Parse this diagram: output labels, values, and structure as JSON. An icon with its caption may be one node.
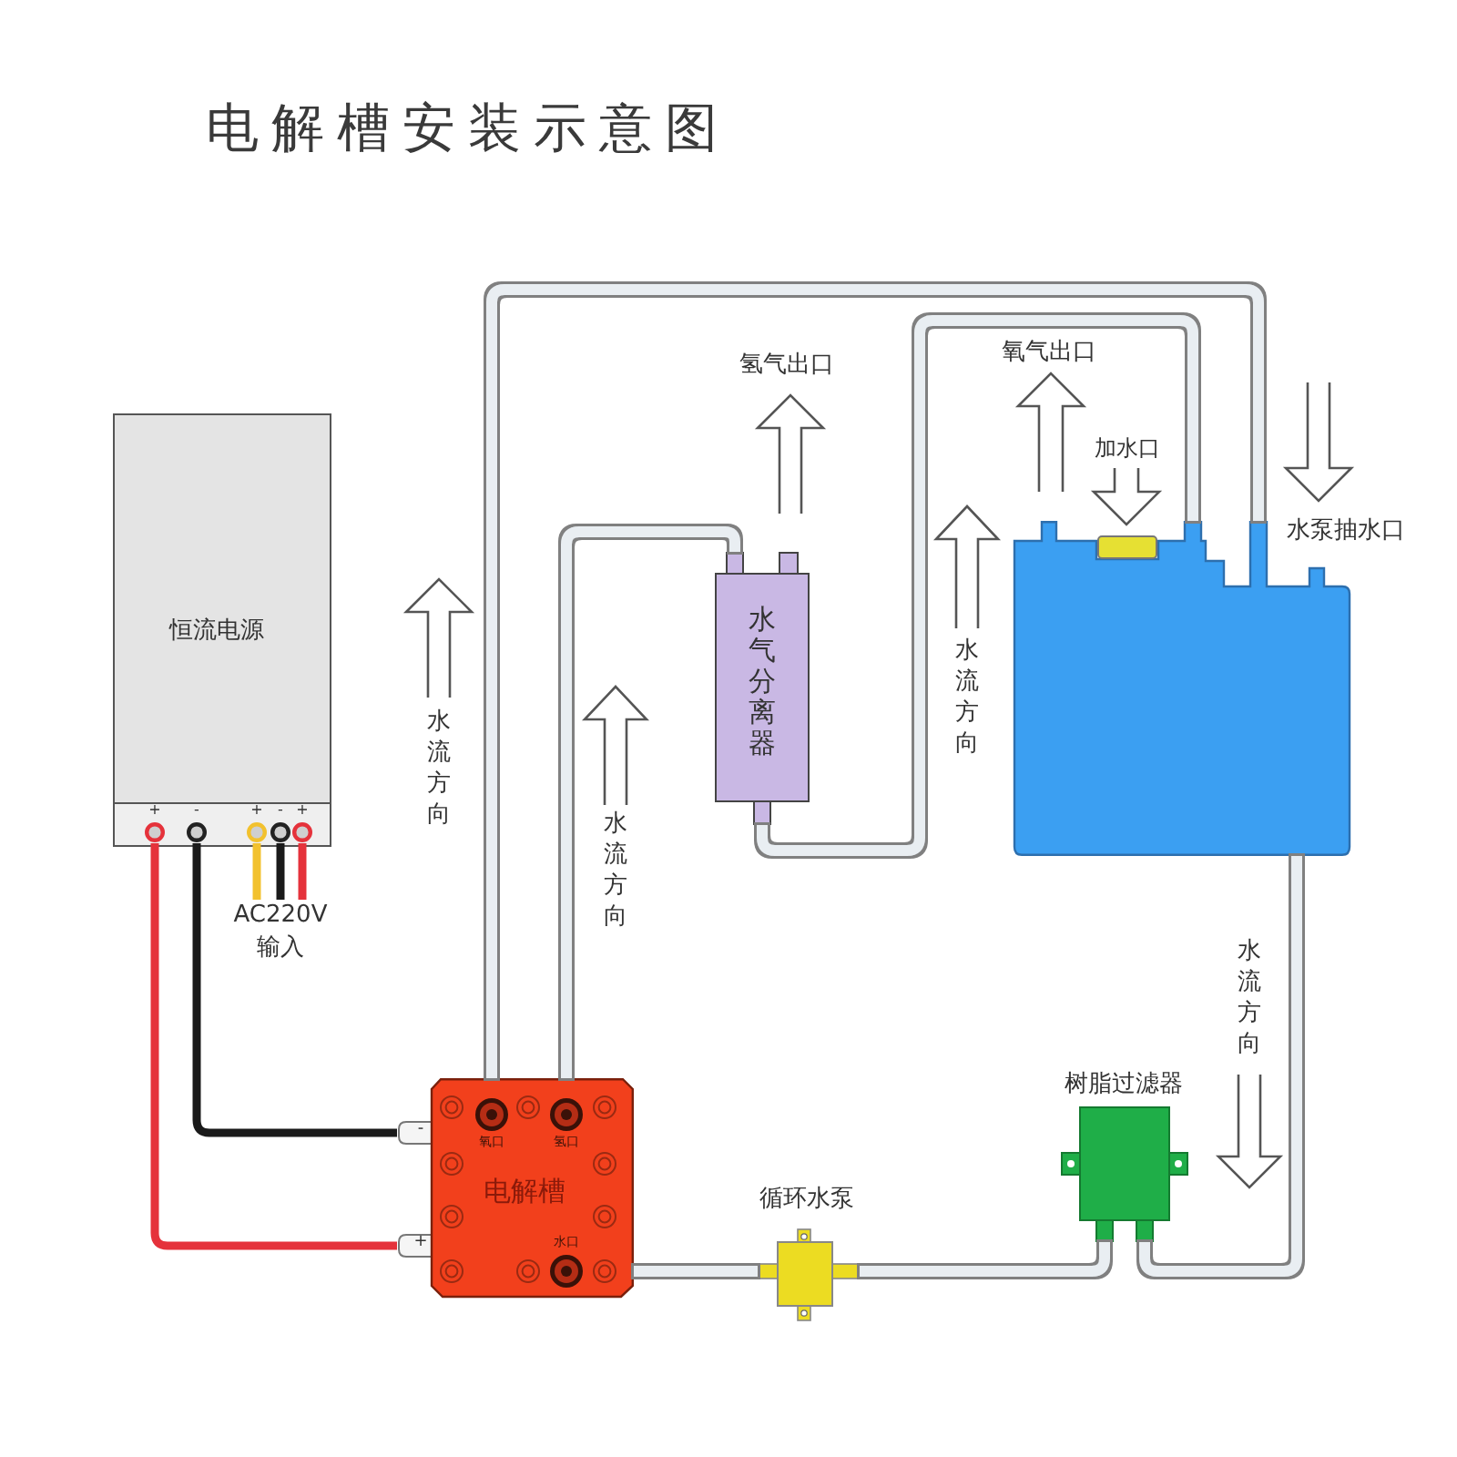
{
  "diagram": {
    "title": "电解槽安装示意图",
    "nodes": [
      {
        "text": [
          "恒流电源",
          "+",
          "-",
          "+",
          "-",
          "+"
        ]
      },
      {
        "text": [
          "氧口",
          "氢口",
          "电解槽",
          "水口"
        ],
        "beside": [
          "-",
          "+"
        ]
      },
      {
        "text": [
          "水气分离器"
        ]
      },
      {
        "text": [],
        "shape": "box"
      },
      {
        "text": [
          "循环水泵"
        ]
      },
      {
        "text": [
          "树脂过滤器"
        ]
      },
      {
        "text": [
          "AC220V 输入"
        ]
      }
    ],
    "edges": [
      {
        "from": 0,
        "to": 1,
        "arrow": "none",
        "color": "#e5323b"
      },
      {
        "from": 0,
        "to": 1,
        "arrow": "none",
        "color": "#1a1a1a"
      },
      {
        "from": 0,
        "to": 6,
        "arrow": "none",
        "color": "#f2c12e"
      },
      {
        "from": 0,
        "to": 6,
        "arrow": "none",
        "color": "#1a1a1a"
      },
      {
        "from": 0,
        "to": 6,
        "arrow": "none",
        "color": "#e5323b"
      },
      {
        "from": 1,
        "to": 2,
        "arrow": "none"
      },
      {
        "from": 2,
        "to": 3,
        "arrow": "none"
      },
      {
        "from": 1,
        "to": 3,
        "arrow": "none"
      },
      {
        "from": 3,
        "to": 5,
        "arrow": "none"
      },
      {
        "from": 5,
        "to": 4,
        "arrow": "none"
      },
      {
        "from": 4,
        "to": 1,
        "arrow": "none"
      }
    ],
    "labels": [
      "氢气出口",
      "氧气出口",
      "加水口",
      "水泵抽水口",
      "水流方向",
      "水流方向",
      "水流方向",
      "水流方向"
    ]
  }
}
